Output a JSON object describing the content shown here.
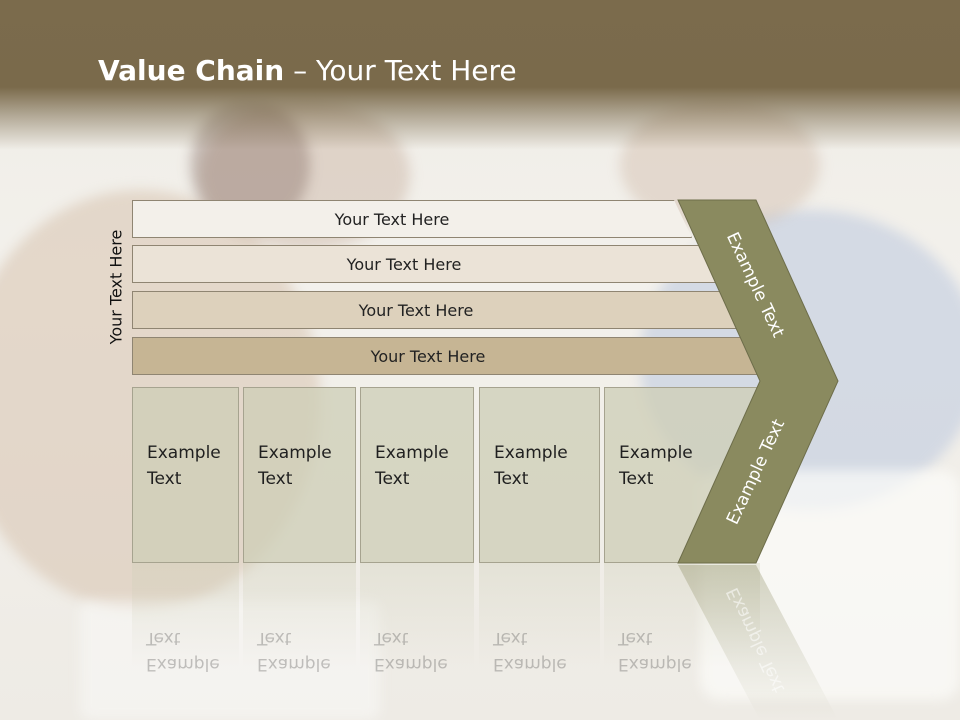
{
  "slide": {
    "title_bold": "Value Chain",
    "title_rest": " – Your Text Here",
    "vertical_label": "Your Text Here",
    "rows": [
      {
        "label": "Your Text Here",
        "color": "#f3f0ea"
      },
      {
        "label": "Your Text Here",
        "color": "#ebe3d7"
      },
      {
        "label": "Your Text Here",
        "color": "#ddd1bc"
      },
      {
        "label": "Your Text Here",
        "color": "#c6b594"
      }
    ],
    "columns": [
      {
        "line1": "Example",
        "line2": "Text"
      },
      {
        "line1": "Example",
        "line2": "Text"
      },
      {
        "line1": "Example",
        "line2": "Text"
      },
      {
        "line1": "Example",
        "line2": "Text"
      },
      {
        "line1": "Example",
        "line2": "Text"
      }
    ],
    "chevron": {
      "top_label": "Example Text",
      "bottom_label": "Example Text",
      "color": "#8a8a5f"
    },
    "colors": {
      "header_band": "#7a6a4b",
      "column_fill": "#cecdb7"
    }
  }
}
